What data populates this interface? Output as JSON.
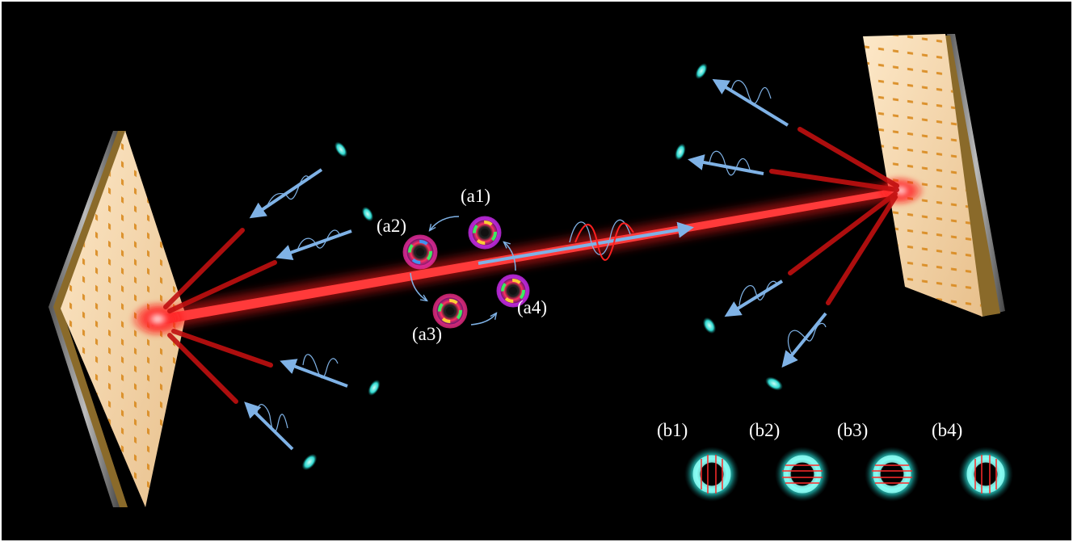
{
  "labels": {
    "a1": "(a1)",
    "a2": "(a2)",
    "a3": "(a3)",
    "a4": "(a4)",
    "b1": "(b1)",
    "b2": "(b2)",
    "b3": "(b3)",
    "b4": "(b4)"
  },
  "colors": {
    "background": "#000000",
    "beam": "#ff1a1a",
    "arrow": "#7fb2e6",
    "spot": "#33e0d6",
    "plate": "#f2cfa0",
    "pillar": "#d98a1f"
  }
}
